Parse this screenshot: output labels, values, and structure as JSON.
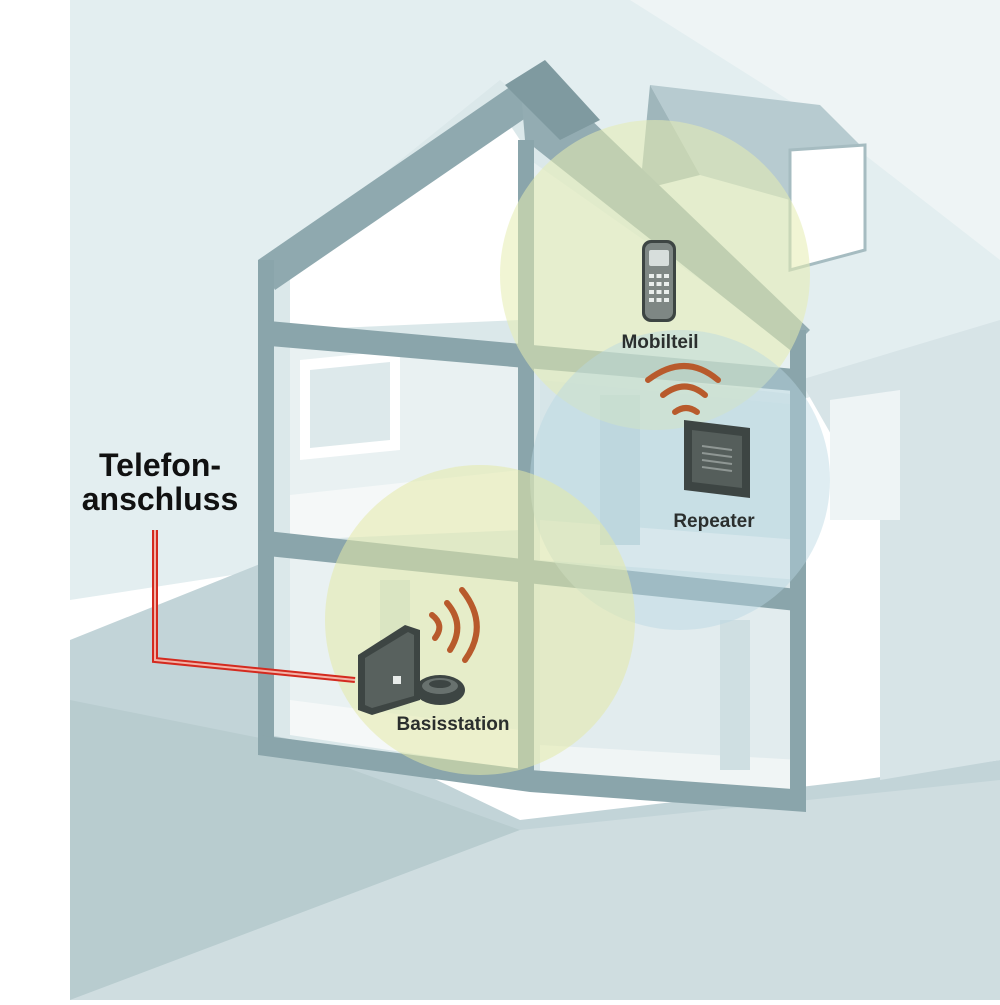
{
  "labels": {
    "phone_line_line1": "Telefon-",
    "phone_line_line2": "anschluss",
    "handset": "Mobilteil",
    "repeater": "Repeater",
    "base_station": "Basisstation"
  },
  "colors": {
    "wall": "#8aa5ab",
    "wall_light": "#c9dade",
    "sky": "#dbe8ea",
    "floor": "#f2f6f6",
    "coverage_yellow": "#e6ecb0",
    "coverage_blue": "#c7dfe6",
    "signal_waves": "#b85a2c",
    "cable": "#d42a1f",
    "device": "#3d4543"
  },
  "icons": {
    "handset": "cordless-phone-icon",
    "repeater": "repeater-device-icon",
    "base": "dect-base-station-icon",
    "waves": "radio-waves-icon"
  }
}
